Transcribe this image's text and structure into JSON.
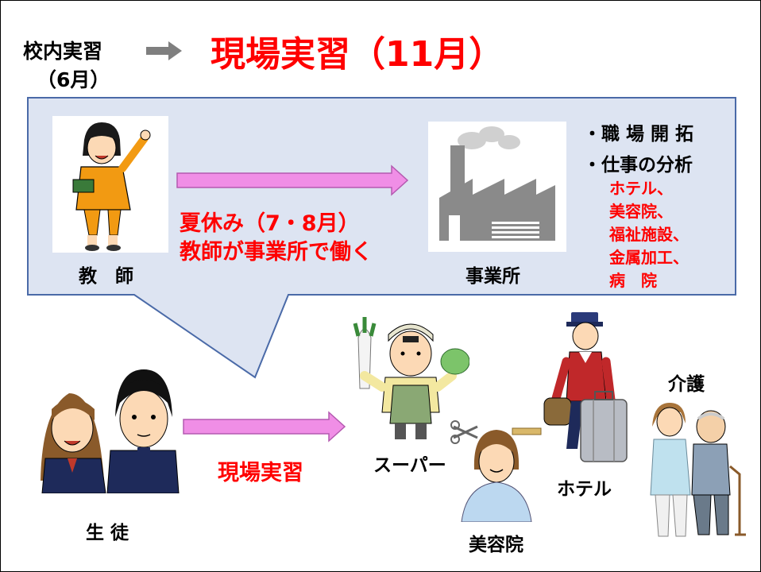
{
  "header": {
    "current_stage": "校内実習",
    "current_month": "（6月）",
    "next_stage_title": "現場実習（11月）"
  },
  "callout": {
    "teacher_label": "教　師",
    "workplace_label": "事業所",
    "summer_line1": "夏休み（7・8月）",
    "summer_line2": "教師が事業所で働く",
    "bullets": [
      "・職 場 開 拓",
      "・仕事の分析"
    ],
    "workplaces": [
      "ホテル、",
      "美容院、",
      "福祉施設、",
      "金属加工、",
      "病　院"
    ]
  },
  "lower": {
    "students_label": "生 徒",
    "arrow_label": "現場実習",
    "sites": {
      "supermarket": "スーパー",
      "beauty_salon": "美容院",
      "hotel": "ホテル",
      "care": "介護"
    }
  },
  "colors": {
    "title_red": "#ff0000",
    "callout_fill": "#dde4f2",
    "callout_border": "#4a6aa8",
    "arrow_pink": "#f08ee6",
    "arrow_gray": "#7f7f7f"
  }
}
